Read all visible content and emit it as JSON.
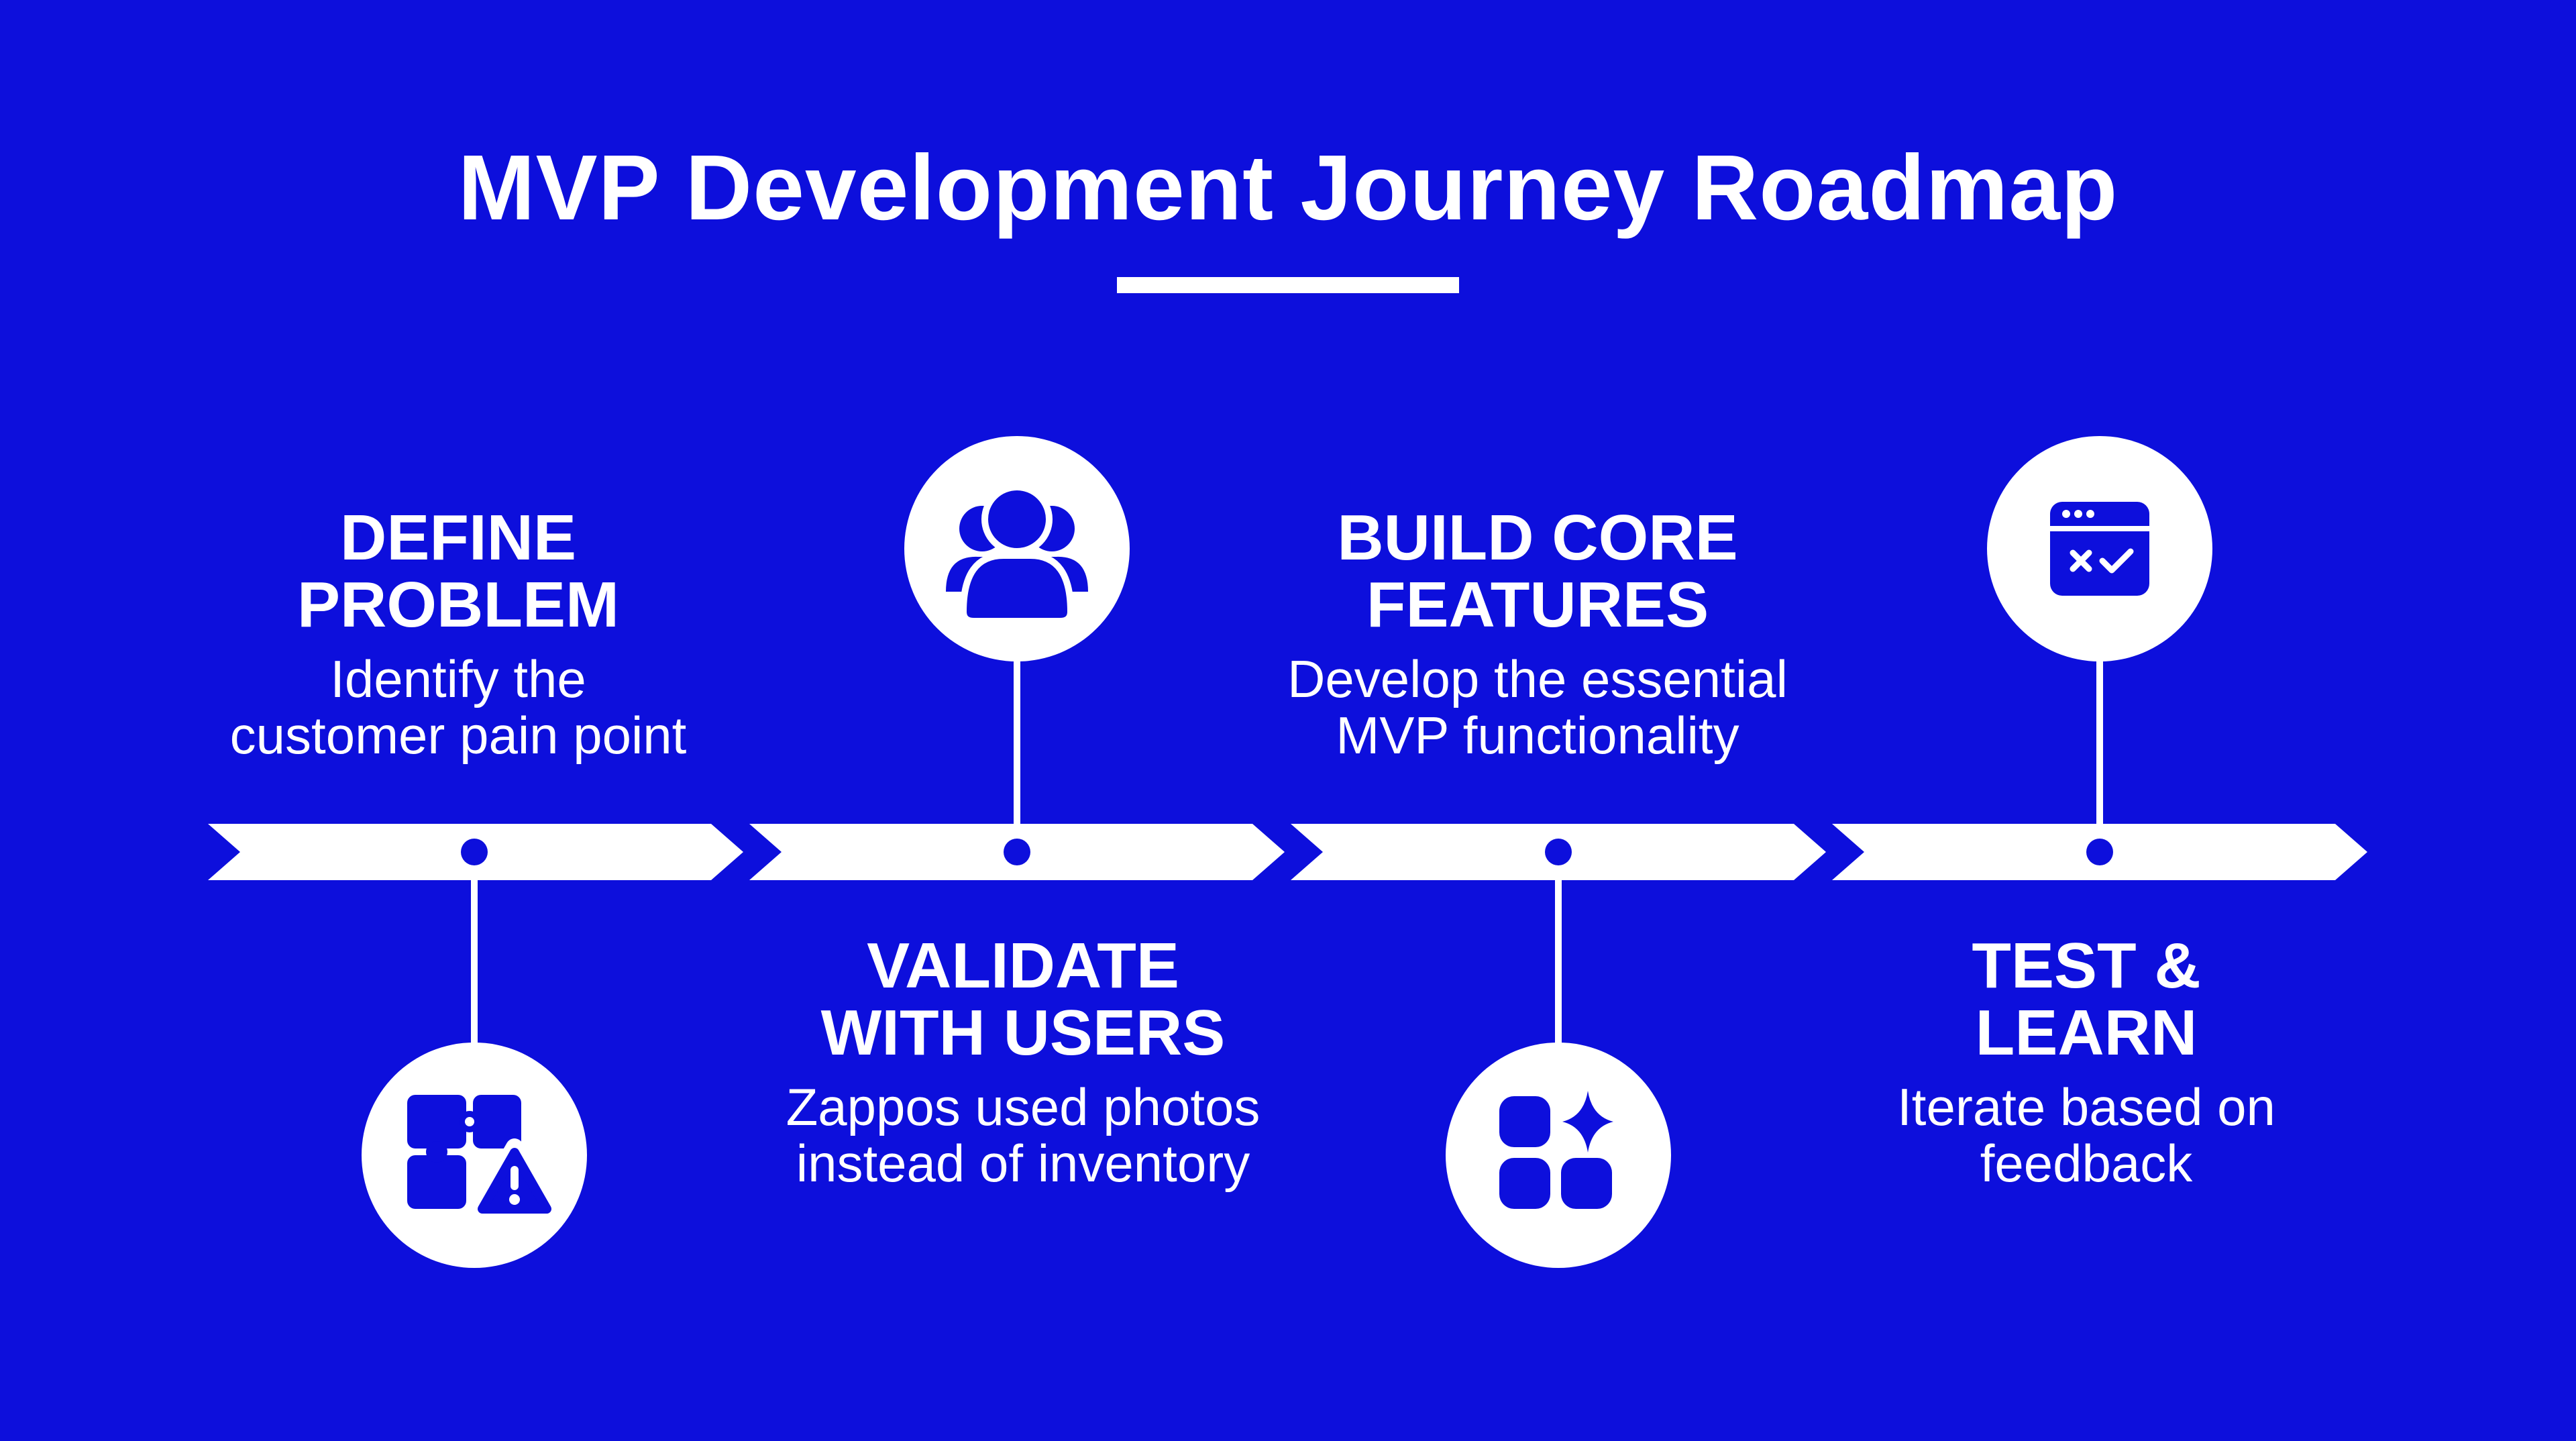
{
  "title": "MVP Development Journey Roadmap",
  "colors": {
    "background": "#0d0fdc",
    "foreground": "#ffffff"
  },
  "stages": [
    {
      "heading_line1": "DEFINE",
      "heading_line2": "PROBLEM",
      "desc_line1": "Identify the",
      "desc_line2": "customer pain point",
      "icon": "puzzle-warning-icon"
    },
    {
      "heading_line1": "VALIDATE",
      "heading_line2": "WITH USERS",
      "desc_line1": "Zappos used photos",
      "desc_line2": "instead of inventory",
      "icon": "users-group-icon"
    },
    {
      "heading_line1": "BUILD CORE",
      "heading_line2": "FEATURES",
      "desc_line1": "Develop the essential",
      "desc_line2": "MVP functionality",
      "icon": "app-grid-sparkle-icon"
    },
    {
      "heading_line1": "TEST &",
      "heading_line2": "LEARN",
      "desc_line1": "Iterate based on",
      "desc_line2": "feedback",
      "icon": "browser-test-icon"
    }
  ]
}
